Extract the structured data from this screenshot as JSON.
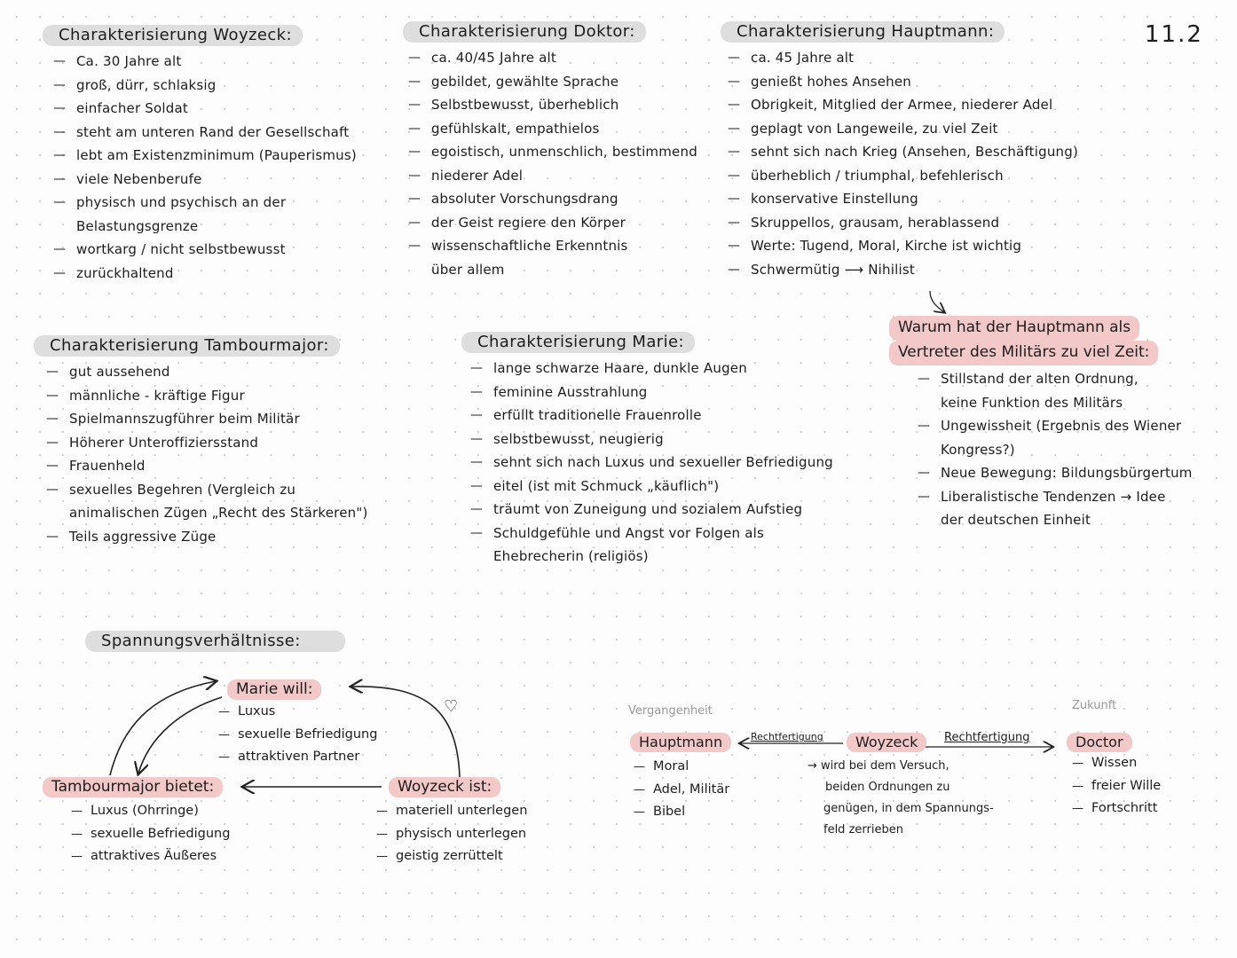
{
  "page_number": "11.2",
  "woyzeck": {
    "heading": "Charakterisierung Woyzeck:",
    "items": [
      "Ca. 30 Jahre alt",
      "groß, dürr, schlaksig",
      "einfacher Soldat",
      "steht am unteren Rand der Gesellschaft",
      "lebt am Existenzminimum (Pauperismus)",
      "viele Nebenberufe",
      "physisch und psychisch an der",
      "Belastungsgrenze",
      "wortkarg / nicht selbstbewusst",
      "zurückhaltend"
    ]
  },
  "doktor": {
    "heading": "Charakterisierung Doktor:",
    "items": [
      "ca. 40/45 Jahre alt",
      "gebildet, gewählte Sprache",
      "Selbstbewusst, überheblich",
      "gefühlskalt, empathielos",
      "egoistisch, unmenschlich, bestimmend",
      "niederer Adel",
      "absoluter Vorschungsdrang",
      "der Geist regiere den Körper",
      "wissenschaftliche Erkenntnis",
      "über allem"
    ]
  },
  "hauptmann": {
    "heading": "Charakterisierung Hauptmann:",
    "items": [
      "ca. 45 Jahre alt",
      "genießt hohes Ansehen",
      "Obrigkeit, Mitglied der Armee, niederer Adel",
      "geplagt von Langeweile, zu viel Zeit",
      "sehnt sich nach Krieg (Ansehen, Beschäftigung)",
      "überheblich / triumphal, befehlerisch",
      "konservative Einstellung",
      "Skruppellos, grausam, herablassend",
      "Werte: Tugend, Moral, Kirche ist wichtig",
      "Schwermütig"
    ],
    "nihilist": "Nihilist"
  },
  "tambourmajor": {
    "heading": "Charakterisierung Tambourmajor:",
    "items": [
      "gut aussehend",
      "männliche - kräftige Figur",
      "Spielmannszugführer beim Militär",
      "Höherer Unteroffiziersstand",
      "Frauenheld",
      "sexuelles Begehren (Vergleich zu",
      "animalischen Zügen „Recht des Stärkeren\")",
      "Teils aggressive Züge"
    ]
  },
  "marie": {
    "heading": "Charakterisierung Marie:",
    "items": [
      "lange schwarze Haare, dunkle Augen",
      "feminine Ausstrahlung",
      "erfüllt traditionelle Frauenrolle",
      "selbstbewusst, neugierig",
      "sehnt sich nach Luxus und sexueller Befriedigung",
      "eitel (ist mit Schmuck „käuflich\")",
      "träumt von Zuneigung und sozialem Aufstieg",
      "Schuldgefühle und Angst vor Folgen als",
      "Ehebrecherin (religiös)"
    ]
  },
  "warum": {
    "line1": "Warum hat der Hauptmann als",
    "line2": "Vertreter des Militärs zu viel Zeit:",
    "items": [
      "Stillstand der alten Ordnung,",
      "keine Funktion des Militärs",
      "Ungewissheit (Ergebnis des Wiener",
      "Kongress?)",
      "Neue Bewegung: Bildungsbürgertum",
      "Liberalistische Tendenzen → Idee",
      "der deutschen Einheit"
    ]
  },
  "spannung": {
    "heading": "Spannungsverhältnisse:",
    "marie_label": "Marie will:",
    "marie_items": [
      "Luxus",
      "sexuelle Befriedigung",
      "attraktiven Partner"
    ],
    "tambour_label": "Tambourmajor bietet:",
    "tambour_items": [
      "Luxus (Ohrringe)",
      "sexuelle Befriedigung",
      "attraktives Äußeres"
    ],
    "woyzeck_label": "Woyzeck ist:",
    "woyzeck_items": [
      "materiell unterlegen",
      "physisch unterlegen",
      "geistig zerrüttelt"
    ],
    "heart": "♡"
  },
  "timeline": {
    "past": "Vergangenheit",
    "future": "Zukunft",
    "hauptmann": "Hauptmann",
    "woyzeck": "Woyzeck",
    "doctor": "Doctor",
    "rechtfertigung_left": "Rechtfertigung",
    "rechtfertigung_right": "Rechtfertigung",
    "hauptmann_items": [
      "Moral",
      "Adel, Militär",
      "Bibel"
    ],
    "woyzeck_text": [
      "wird bei dem Versuch,",
      "beiden Ordnungen zu",
      "genügen, in dem Spannungs-",
      "feld zerrieben"
    ],
    "doctor_items": [
      "Wissen",
      "freier Wille",
      "Fortschritt"
    ]
  }
}
